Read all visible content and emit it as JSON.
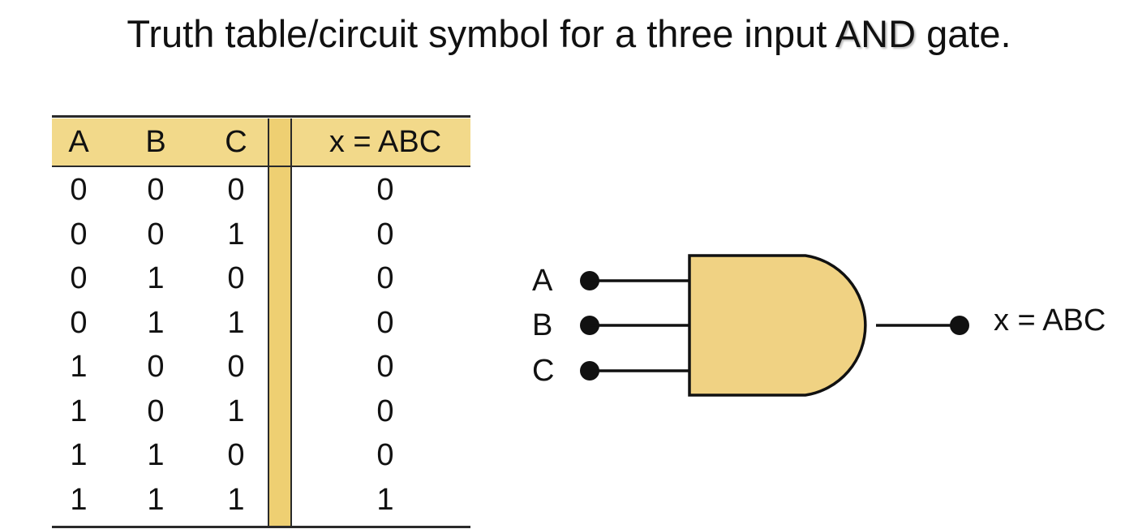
{
  "title": {
    "prefix": "Truth table/circuit symbol for a three input ",
    "highlight": "AND",
    "suffix": " gate."
  },
  "truth_table": {
    "headers": [
      "A",
      "B",
      "C"
    ],
    "output_header": "x = ABC",
    "rows": [
      [
        "0",
        "0",
        "0",
        "0"
      ],
      [
        "0",
        "0",
        "1",
        "0"
      ],
      [
        "0",
        "1",
        "0",
        "0"
      ],
      [
        "0",
        "1",
        "1",
        "0"
      ],
      [
        "1",
        "0",
        "0",
        "0"
      ],
      [
        "1",
        "0",
        "1",
        "0"
      ],
      [
        "1",
        "1",
        "0",
        "0"
      ],
      [
        "1",
        "1",
        "1",
        "1"
      ]
    ]
  },
  "gate": {
    "inputs": [
      "A",
      "B",
      "C"
    ],
    "output_label": "x = ABC",
    "fill_color": "#f0d283",
    "header_color": "#f2d98a"
  }
}
